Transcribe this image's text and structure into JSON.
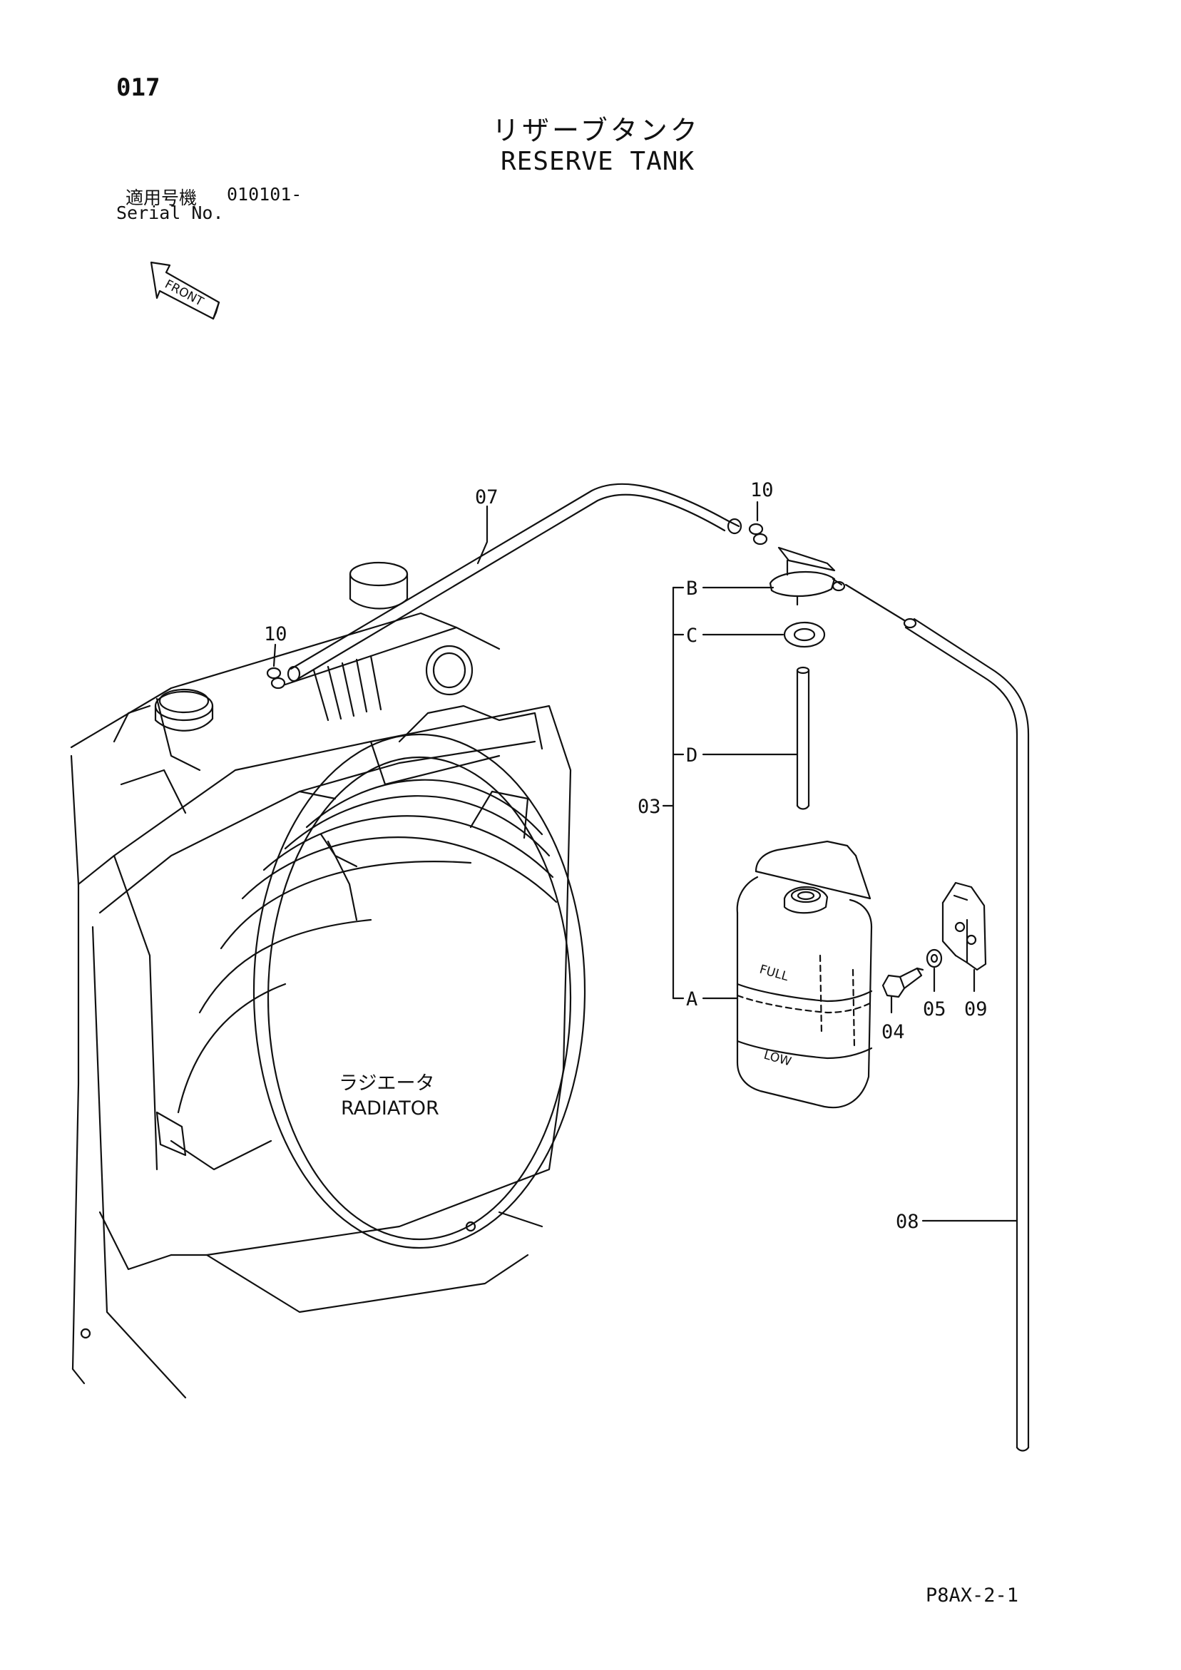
{
  "header": {
    "page_number": "017",
    "title_jp": "リザーブタンク",
    "title_en": "RESERVE TANK",
    "serial_label_jp": "適用号機",
    "serial_value": "010101-",
    "serial_label_en": "Serial No."
  },
  "front_arrow_label": "FRONT",
  "callouts": {
    "c07": "07",
    "c10_top": "10",
    "c10_left": "10",
    "c03": "03",
    "sub_b": "B",
    "sub_c": "C",
    "sub_d": "D",
    "sub_a": "A",
    "c04": "04",
    "c05": "05",
    "c09": "09",
    "c08": "08"
  },
  "tank_marks": {
    "full": "FULL",
    "low": "LOW"
  },
  "radiator_label": {
    "jp": "ラジエータ",
    "en": "RADIATOR"
  },
  "footer": {
    "doc_code": "P8AX-2-1"
  }
}
